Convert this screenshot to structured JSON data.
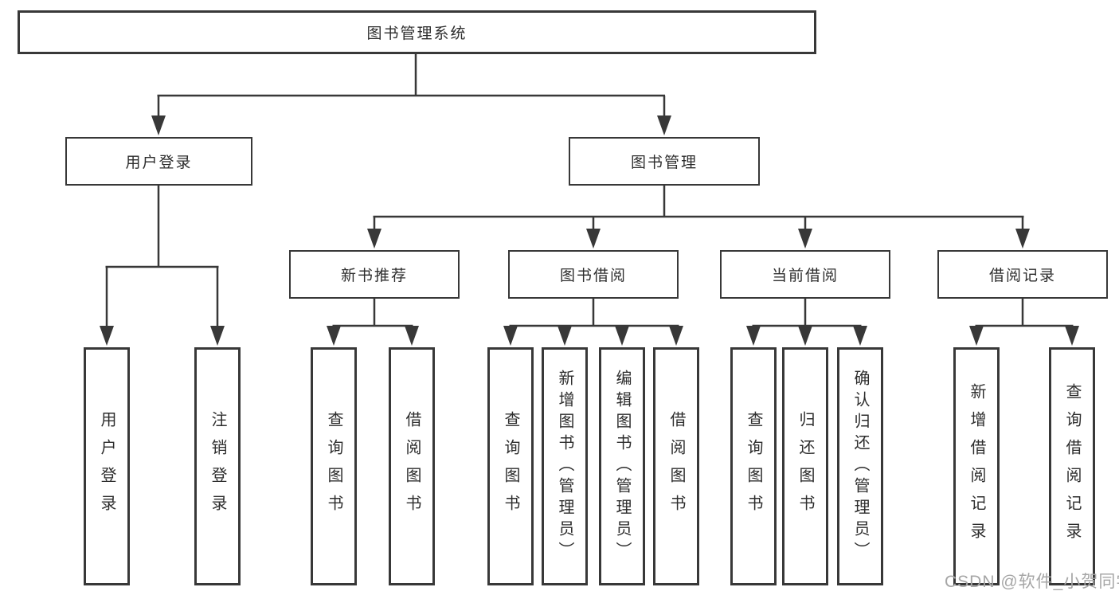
{
  "title": "图书管理系统",
  "level2": [
    {
      "label": "用户登录"
    },
    {
      "label": "图书管理"
    }
  ],
  "level3": [
    {
      "label": "新书推荐"
    },
    {
      "label": "图书借阅"
    },
    {
      "label": "当前借阅"
    },
    {
      "label": "借阅记录"
    }
  ],
  "leaves": [
    {
      "label": "用户登录"
    },
    {
      "label": "注销登录"
    },
    {
      "label": "查询图书"
    },
    {
      "label": "借阅图书"
    },
    {
      "label": "查询图书"
    },
    {
      "label": "新增图书（管理员）"
    },
    {
      "label": "编辑图书（管理员）"
    },
    {
      "label": "借阅图书"
    },
    {
      "label": "查询图书"
    },
    {
      "label": "归还图书"
    },
    {
      "label": "确认归还（管理员）"
    },
    {
      "label": "新增借阅记录"
    },
    {
      "label": "查询借阅记录"
    }
  ],
  "watermark": "CSDN @软件_小贺同学",
  "colors": {
    "line": "#383838",
    "box_border": "#383838",
    "box_bg": "#ffffff",
    "text": "#2d2d2d",
    "watermark": "#a6a6a6"
  }
}
